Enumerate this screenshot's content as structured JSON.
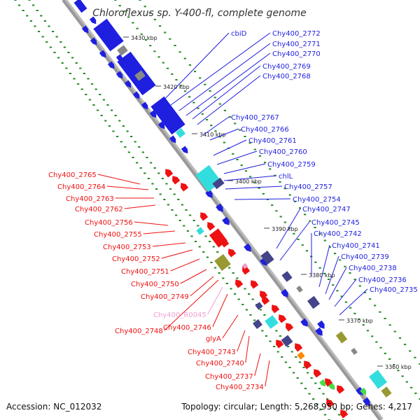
{
  "title": "Chloroflexus sp. Y-400-fl, complete genome",
  "footer": {
    "accession": "Accession: NC_012032",
    "summary": "Topology: circular; Length: 5,268,950 bp; Genes: 4,217"
  },
  "colors": {
    "forward_gene": "#1f1fe0",
    "reverse_gene": "#ee1111",
    "rna": "#f0a0d0",
    "backbone": "#999999",
    "tick_mark": "#228822",
    "cog_cyan": "#33dddd",
    "cog_purple": "#44448a",
    "cog_olive": "#999933",
    "cog_gray": "#888888",
    "cog_green": "#44dd44"
  },
  "ticks": [
    "3430 kbp",
    "3420 kbp",
    "3410 kbp",
    "3400 kbp",
    "3390 kbp",
    "3380 kbp",
    "3370 kbp",
    "3360 kbp"
  ],
  "right_labels": [
    "cbiD",
    "Chy400_2772",
    "Chy400_2771",
    "Chy400_2770",
    "Chy400_2769",
    "Chy400_2768",
    "Chy400_2767",
    "Chy400_2766",
    "Chy400_2761",
    "Chy400_2760",
    "Chy400_2759",
    "chlL",
    "Chy400_2757",
    "Chy400_2754",
    "Chy400_2747",
    "Chy400_2745",
    "Chy400_2742",
    "Chy400_2741",
    "Chy400_2739",
    "Chy400_2738",
    "Chy400_2736",
    "Chy400_2735"
  ],
  "left_labels": [
    "Chy400_2765",
    "Chy400_2764",
    "Chy400_2763",
    "Chy400_2762",
    "Chy400_2756",
    "Chy400_2755",
    "Chy400_2753",
    "Chy400_2752",
    "Chy400_2751",
    "Chy400_2750",
    "Chy400_2749",
    "Chy400_R0045",
    "Chy400_2748",
    "Chy400_2746",
    "glyA",
    "Chy400_2743",
    "Chy400_2740",
    "Chy400_2737",
    "Chy400_2734"
  ]
}
